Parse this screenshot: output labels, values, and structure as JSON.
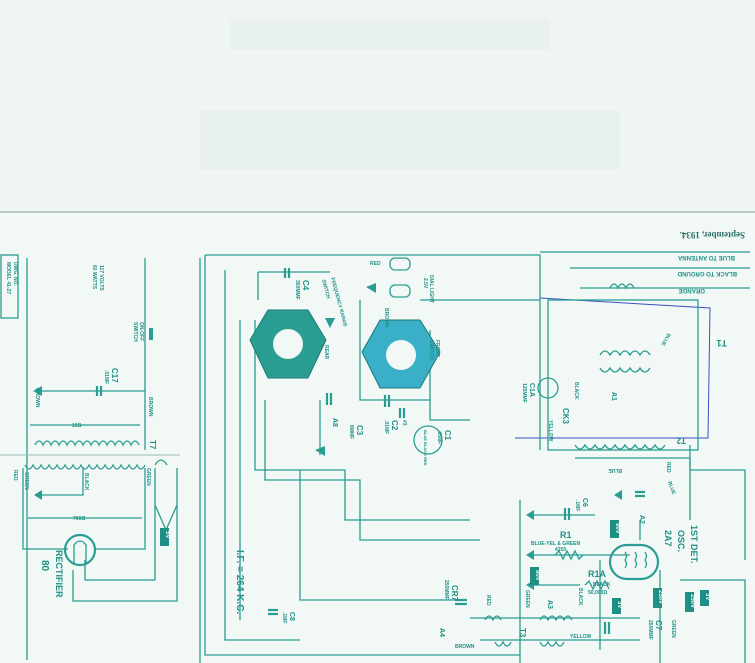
{
  "header": {
    "date": "September, 1934."
  },
  "antenna": {
    "blue": "BLUE TO ANTENNA",
    "black": "BLACK TO GROUND",
    "orange": "ORANGE"
  },
  "drawing_box": {
    "line1": "DWG. NO.",
    "line2": "MODEL 41-27"
  },
  "power": {
    "rating1": "117 VOLTS",
    "rating2": "60 WATTS",
    "switch1": "ON-OFF",
    "switch2": "SWITCH",
    "c17": "C17",
    "c17_val": ".01MF",
    "brown": "BROWN",
    "r16": "16Ω",
    "t7": "T7",
    "r700": "700Ω",
    "green": "GREEN",
    "black": "BLACK",
    "red": "RED",
    "rectifier": "RECTIFIER",
    "rect_type": "80",
    "v5": "5V"
  },
  "if_note": "I.F. = 264 K.C.",
  "c8": {
    "name": "C8",
    "val": ".1MF"
  },
  "rf": {
    "freq_switch1": "FREQUENCY RANGE",
    "freq_switch2": "SWITCH",
    "c4": "C4",
    "c4_val": "350MMF",
    "red": "RED",
    "dial1": "DIAL LIGHT",
    "dial2": "2.5V",
    "brown": "BROWN",
    "front1": "FRONT",
    "front2": "SWITCH",
    "c3": "C3",
    "c3_val": "8MMF",
    "c2": "C2",
    "c2_val": ".01MF",
    "c2_num": "#3",
    "c1": "C1",
    "c1_val": ".05MF",
    "c1_colors": "BLUE BLACK RED",
    "a8": "A8",
    "rear": "REAR"
  },
  "t1": {
    "name": "T1",
    "blue": "BLUE",
    "black": "BLACK",
    "a1": "A1",
    "c1a": "C1A",
    "c1a_val": "125MMF",
    "ck3": "CK3",
    "yellow": "YELLOW"
  },
  "t2": {
    "name": "T2",
    "blue": "BLUE",
    "red": "RED"
  },
  "osc": {
    "tube1": "1ST DET.",
    "tube2": "OSC.",
    "tube3": "2A7",
    "r1": "R1",
    "r1_colors": "BLUE-YEL & GREEN",
    "r1_val": "4250",
    "r1a": "R1A",
    "r1a_color": "BLACK",
    "r1a_val": "50,000Ω",
    "c6": "C6",
    "c6_val": ".1MF",
    "a2": "A2",
    "a3": "A3",
    "a4": "A4",
    "c7": "C7",
    "c7_val": "250MMF",
    "cr7": "CR7",
    "cr7_val": "250MMF",
    "t3": "T3",
    "yellow": "YELLOW",
    "green": "GREEN",
    "black": "BLACK",
    "brown": "BROWN",
    "red": "RED",
    "blue": "BLUE"
  },
  "voltages": {
    "v90a": "90V",
    "v3a": "3V",
    "v250a": "250V",
    "v90b": "90V",
    "v250b": "250V",
    "v3b": "3V"
  }
}
